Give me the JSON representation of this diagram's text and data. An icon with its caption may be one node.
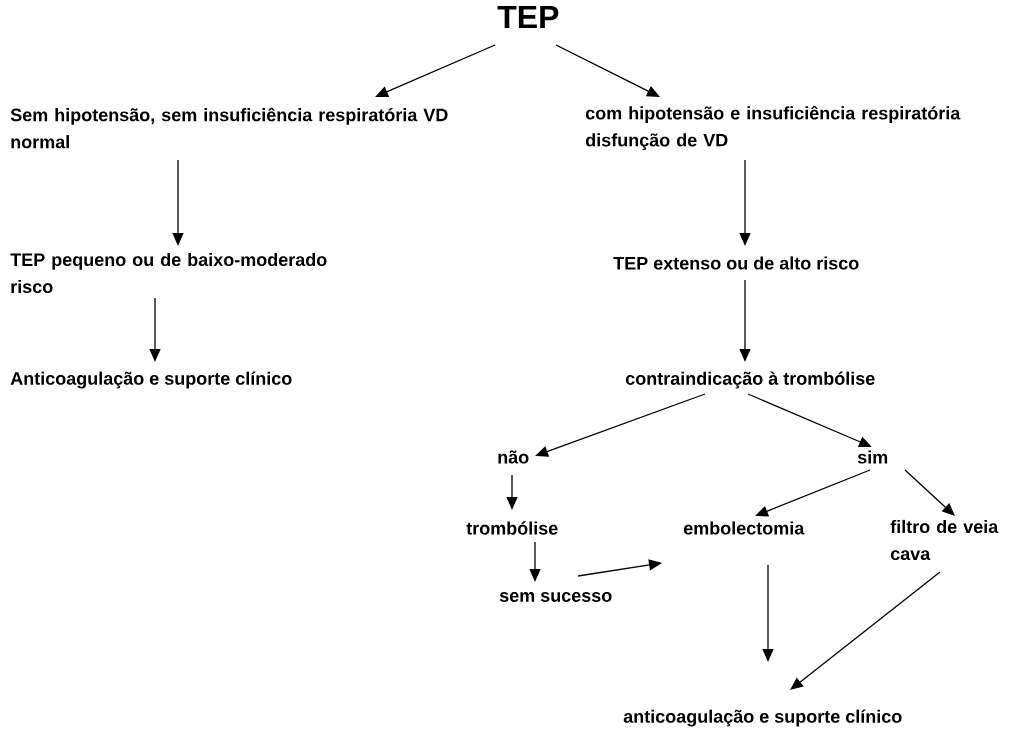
{
  "diagram": {
    "nodes": [
      {
        "text": [
          "TEP"
        ]
      },
      {
        "text": [
          "Sem hipotensão, sem insuficiência respiratória VD normal"
        ]
      },
      {
        "text": [
          "com hipotensão e insuficiência respiratória disfunção de VD"
        ]
      },
      {
        "text": [
          "TEP pequeno ou de baixo-moderado risco"
        ]
      },
      {
        "text": [
          "TEP extenso ou de alto risco"
        ]
      },
      {
        "text": [
          "Anticoagulação e suporte clínico"
        ]
      },
      {
        "text": [
          "contraindicação à trombólise"
        ]
      },
      {
        "text": [
          "não"
        ]
      },
      {
        "text": [
          "sim"
        ]
      },
      {
        "text": [
          "trombólise"
        ]
      },
      {
        "text": [
          "embolectomia"
        ]
      },
      {
        "text": [
          "filtro de veia cava"
        ]
      },
      {
        "text": [
          "sem sucesso"
        ]
      },
      {
        "text": [
          "anticoagulação e suporte clínico"
        ]
      }
    ],
    "edges": [
      {
        "from": 0,
        "to": 1,
        "arrow": "to"
      },
      {
        "from": 0,
        "to": 2,
        "arrow": "to"
      },
      {
        "from": 1,
        "to": 3,
        "arrow": "to"
      },
      {
        "from": 3,
        "to": 5,
        "arrow": "to"
      },
      {
        "from": 2,
        "to": 4,
        "arrow": "to"
      },
      {
        "from": 4,
        "to": 6,
        "arrow": "to"
      },
      {
        "from": 6,
        "to": 7,
        "arrow": "to"
      },
      {
        "from": 6,
        "to": 8,
        "arrow": "to"
      },
      {
        "from": 7,
        "to": 9,
        "arrow": "to"
      },
      {
        "from": 8,
        "to": 10,
        "arrow": "to"
      },
      {
        "from": 8,
        "to": 11,
        "arrow": "to"
      },
      {
        "from": 9,
        "to": 12,
        "arrow": "to"
      },
      {
        "from": 12,
        "to": 10,
        "arrow": "to"
      },
      {
        "from": 10,
        "to": 13,
        "arrow": "to"
      },
      {
        "from": 11,
        "to": 13,
        "arrow": "to"
      }
    ]
  }
}
